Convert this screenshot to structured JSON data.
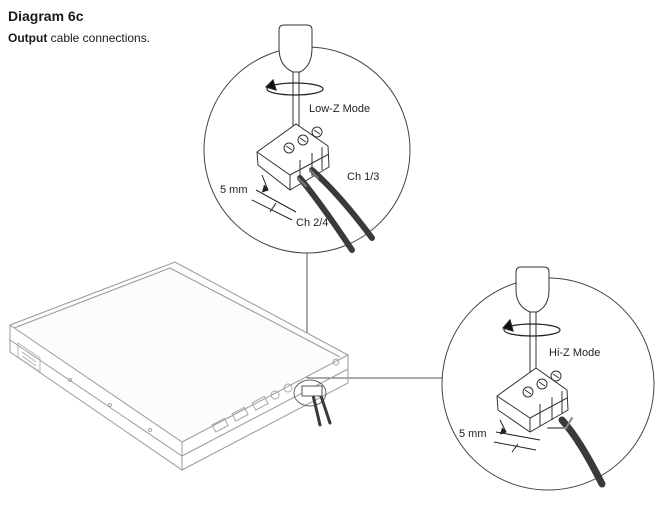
{
  "header": {
    "title": "Diagram 6c",
    "subtitle_bold": "Output",
    "subtitle_rest": " cable connections."
  },
  "callouts": {
    "low_z": {
      "mode_label": "Low-Z Mode",
      "ch_a_label": "Ch 1/3",
      "ch_b_label": "Ch 2/4",
      "strip_label": "5 mm"
    },
    "hi_z": {
      "mode_label": "Hi-Z Mode",
      "strip_label": "5 mm"
    }
  },
  "colors": {
    "line": "#333333",
    "device_line": "#9a9a9a",
    "cable": "#3a3a3a"
  }
}
